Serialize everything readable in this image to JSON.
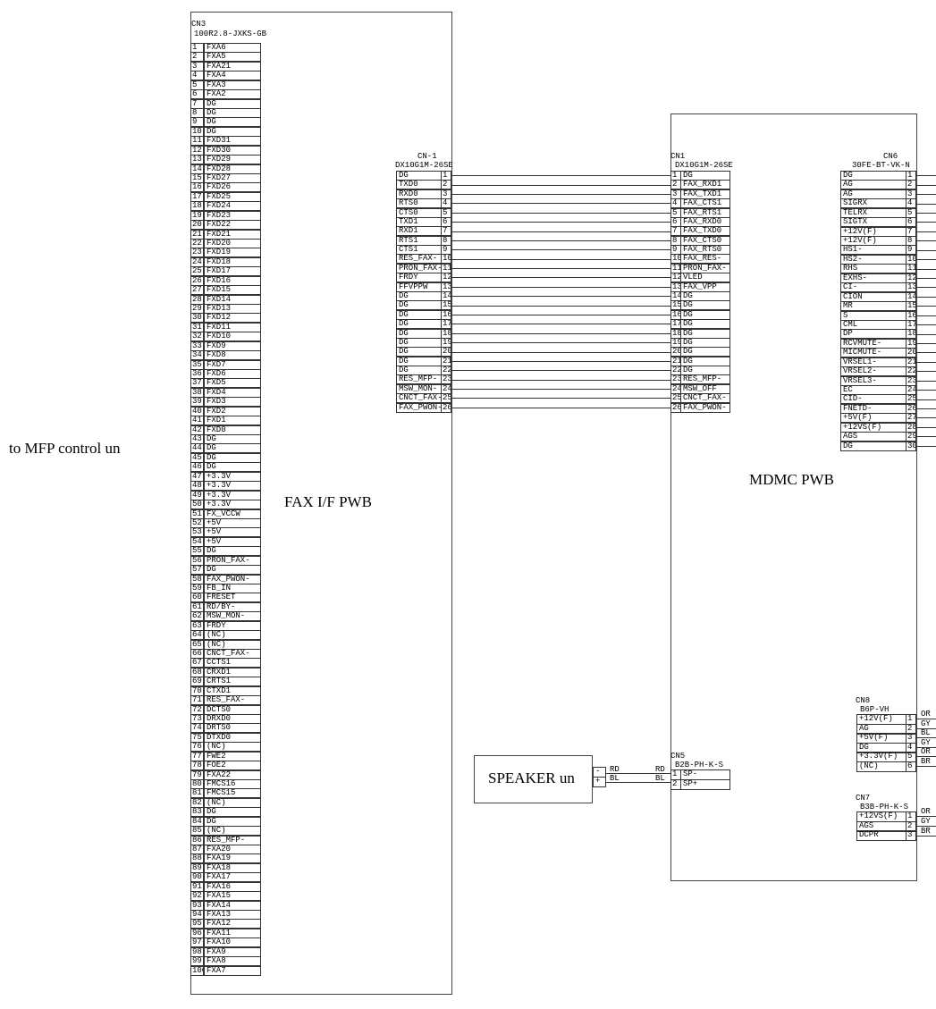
{
  "labels": {
    "to_mfp": "to MFP control un",
    "fax_if_pwb": "FAX I/F PWB",
    "mdmc_pwb": "MDMC PWB",
    "speaker": "SPEAKER un"
  },
  "cn3": {
    "name": "CN3",
    "part": "100R2.8-JXKS-GB",
    "pins": [
      "FXA6",
      "FXA5",
      "FXA21",
      "FXA4",
      "FXA3",
      "FXA2",
      "DG",
      "DG",
      "DG",
      "DG",
      "FXD31",
      "FXD30",
      "FXD29",
      "FXD28",
      "FXD27",
      "FXD26",
      "FXD25",
      "FXD24",
      "FXD23",
      "FXD22",
      "FXD21",
      "FXD20",
      "FXD19",
      "FXD18",
      "FXD17",
      "FXD16",
      "FXD15",
      "FXD14",
      "FXD13",
      "FXD12",
      "FXD11",
      "FXD10",
      "FXD9",
      "FXD8",
      "FXD7",
      "FXD6",
      "FXD5",
      "FXD4",
      "FXD3",
      "FXD2",
      "FXD1",
      "FXD0",
      "DG",
      "DG",
      "DG",
      "DG",
      "+3.3V",
      "+3.3V",
      "+3.3V",
      "+3.3V",
      "FX_VCCW",
      "+5V",
      "+5V",
      "+5V",
      "DG",
      "PRON_FAX-",
      "DG",
      "FAX_PWON-",
      "FB_IN",
      "FRESET",
      "RD/BY-",
      "MSW_MON-",
      "FRDY",
      "(NC)",
      "(NC)",
      "CNCT_FAX-",
      "CCTS1",
      "CRXD1",
      "CRTS1",
      "CTXD1",
      "RES_FAX-",
      "DCTS0",
      "DRXD0",
      "DRTS0",
      "DTXD0",
      "(NC)",
      "FWE2",
      "FOE2",
      "FXA22",
      "FMCS16",
      "FMCS15",
      "(NC)",
      "DG",
      "DG",
      "(NC)",
      "RES_MFP-",
      "FXA20",
      "FXA19",
      "FXA18",
      "FXA17",
      "FXA16",
      "FXA15",
      "FXA14",
      "FXA13",
      "FXA12",
      "FXA11",
      "FXA10",
      "FXA9",
      "FXA8",
      "FXA7"
    ]
  },
  "cn_1": {
    "name": "CN-1",
    "part": "DX10G1M-26SE",
    "pins": [
      "DG",
      "TXD0",
      "RXD0",
      "RTS0",
      "CTS0",
      "TXD1",
      "RXD1",
      "RTS1",
      "CTS1",
      "RES_FAX-",
      "PRON_FAX-",
      "FRDY",
      "FFVPPW",
      "DG",
      "DG",
      "DG",
      "DG",
      "DG",
      "DG",
      "DG",
      "DG",
      "DG",
      "RES_MFP-",
      "MSW_MON-",
      "CNCT_FAX-",
      "FAX_PWON-"
    ]
  },
  "cn1": {
    "name": "CN1",
    "part": "DX10G1M-26SE",
    "pins": [
      "DG",
      "FAX_RXD1",
      "FAX_TXD1",
      "FAX_CTS1",
      "FAX_RTS1",
      "FAX_RXD0",
      "FAX_TXD0",
      "FAX_CTS0",
      "FAX_RTS0",
      "FAX_RES-",
      "PRON_FAX-",
      "VLED",
      "FAX_VPP",
      "DG",
      "DG",
      "DG",
      "DG",
      "DG",
      "DG",
      "DG",
      "DG",
      "DG",
      "RES_MFP-",
      "MSW_OFF",
      "CNCT_FAX-",
      "FAX_PWON-"
    ]
  },
  "cn6": {
    "name": "CN6",
    "part": "30FE-BT-VK-N",
    "pins": [
      "DG",
      "AG",
      "AG",
      "SIGRX",
      "TELRX",
      "SIGTX",
      "+12V(F)",
      "+12V(F)",
      "HS1-",
      "HS2-",
      "RHS",
      "EXHS-",
      "CI-",
      "CION",
      "MR",
      "S",
      "CML",
      "DP",
      "RCVMUTE-",
      "MICMUTE-",
      "VRSEL1-",
      "VRSEL2-",
      "VRSEL3-",
      "EC",
      "CID-",
      "FNETD-",
      "+5V(F)",
      "+12VS(F)",
      "AGS",
      "DG"
    ]
  },
  "cn8": {
    "name": "CN8",
    "part": "B6P-VH",
    "pins": [
      "+12V(F)",
      "AG",
      "+5V(F)",
      "DG",
      "+3.3V(F)",
      "(NC)"
    ],
    "wire_colors": [
      "OR",
      "GY",
      "BL",
      "GY",
      "OR",
      "BR"
    ]
  },
  "cn7": {
    "name": "CN7",
    "part": "B3B-PH-K-S",
    "pins": [
      "+12VS(F)",
      "AGS",
      "DCPR"
    ],
    "wire_colors": [
      "OR",
      "GY",
      "BR"
    ]
  },
  "cn5": {
    "name": "CN5",
    "part": "B2B-PH-K-S",
    "pins": [
      "SP-",
      "SP+"
    ]
  },
  "speaker_wires": {
    "terminals": [
      "-",
      "+"
    ],
    "colors": [
      "RD",
      "BL"
    ]
  }
}
